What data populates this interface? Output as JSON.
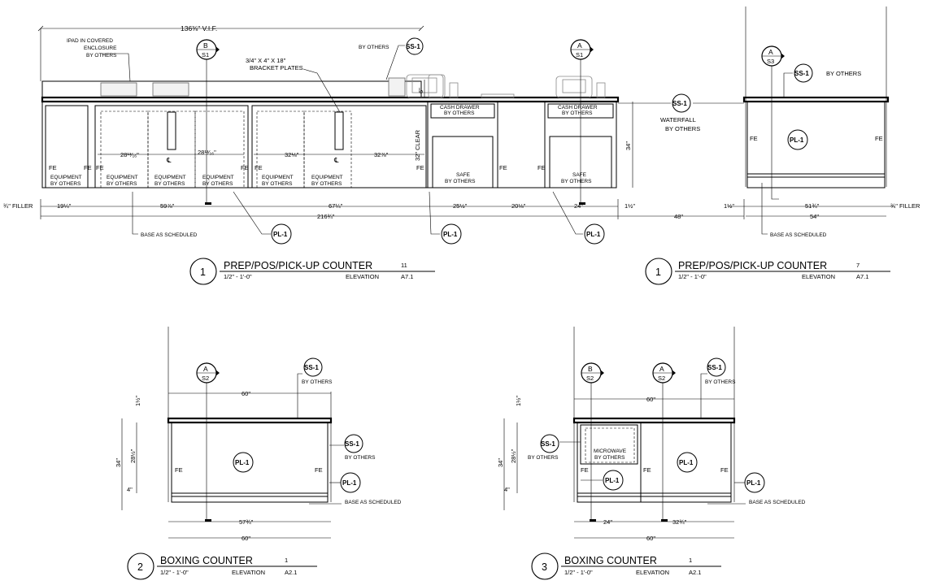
{
  "elevations": [
    {
      "number": "1",
      "title": "PREP/POS/PICK-UP COUNTER",
      "scale": "1/2\" - 1'-0\"",
      "ref_top": "11",
      "view_type": "ELEVATION",
      "ref_bottom": "A7.1"
    },
    {
      "number": "1",
      "title": "PREP/POS/PICK-UP COUNTER",
      "scale": "1/2\" - 1'-0\"",
      "ref_top": "7",
      "view_type": "ELEVATION",
      "ref_bottom": "A7.1"
    },
    {
      "number": "2",
      "title": "BOXING COUNTER",
      "scale": "1/2\" - 1'-0\"",
      "ref_top": "1",
      "view_type": "ELEVATION",
      "ref_bottom": "A2.1"
    },
    {
      "number": "3",
      "title": "BOXING COUNTER",
      "scale": "1/2\" - 1'-0\"",
      "ref_top": "1",
      "view_type": "ELEVATION",
      "ref_bottom": "A2.1"
    }
  ],
  "section_markers": [
    {
      "letter": "B",
      "sheet": "S1"
    },
    {
      "letter": "A",
      "sheet": "S1"
    },
    {
      "letter": "A",
      "sheet": "S3"
    },
    {
      "letter": "A",
      "sheet": "S2"
    },
    {
      "letter": "B",
      "sheet": "S2"
    },
    {
      "letter": "A",
      "sheet": "S2"
    }
  ],
  "tags": {
    "ss1": "SS-1",
    "pl1": "PL-1"
  },
  "labels": {
    "by_others": "BY OTHERS",
    "fe": "FE",
    "equipment": "EQUIPMENT",
    "cash_drawer": "CASH DRAWER",
    "safe": "SAFE",
    "microwave": "MICROWAVE",
    "waterfall": "WATERFALL",
    "ipad_1": "IPAD IN COVERED",
    "ipad_2": "ENCLOSURE",
    "bracket": "3/4\" X 4\" X 18\"",
    "bracket_2": "BRACKET PLATES",
    "base": "BASE AS SCHEDULED",
    "cl": "℄",
    "clear": "32\" CLEAR"
  },
  "dimensions": {
    "vif": "136⅜\" V.I.F.",
    "filler_left": "¾\" FILLER",
    "filler_right": "¾\" FILLER",
    "d19": "19¼\"",
    "d59": "59⅞\"",
    "d67": "67¼\"",
    "d25": "25½\"",
    "d20": "20⅛\"",
    "d24": "24\"",
    "d1h": "1½\"",
    "d216": "216¾\"",
    "d48": "48\"",
    "d28a": "28¹³⁄₁₆\"",
    "d28b": "28¹³⁄₁₆\"",
    "d32a": "32⅛\"",
    "d32b": "32⅞\"",
    "d34": "34\"",
    "d6": "6\"",
    "d51": "51¾\"",
    "d54": "54\"",
    "d60": "60\"",
    "d57": "57¾\"",
    "d28h": "28½\"",
    "d4": "4\"",
    "d32c": "32¾\"",
    "d24b": "24\""
  }
}
